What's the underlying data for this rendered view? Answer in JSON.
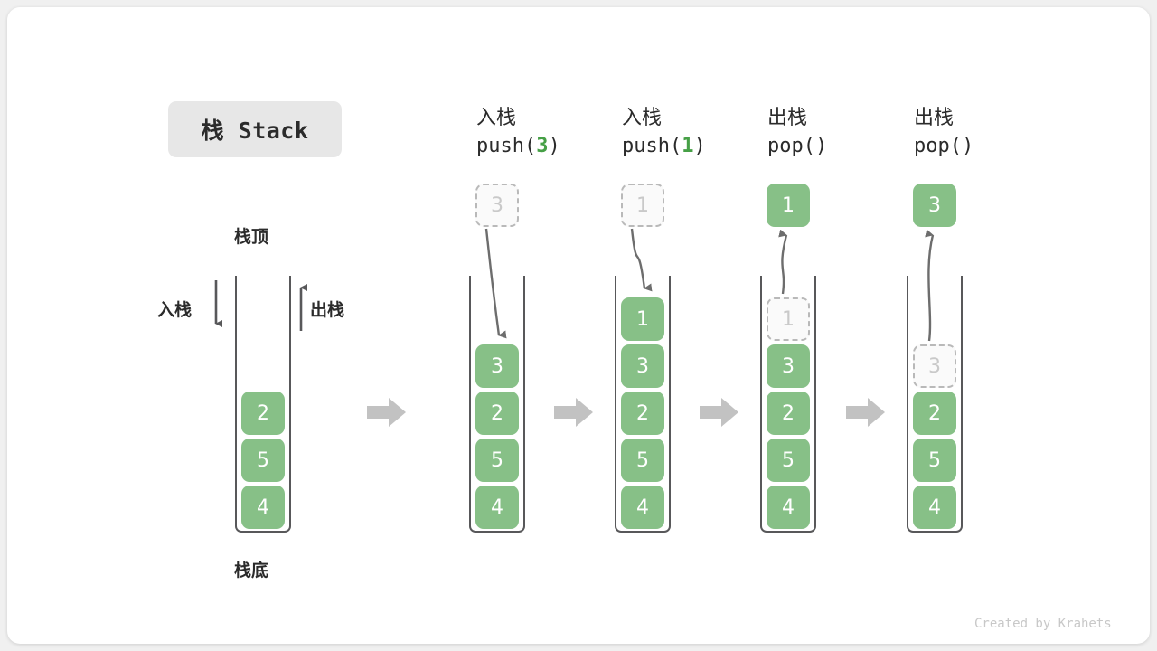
{
  "title_badge": {
    "text": "栈 Stack"
  },
  "left_panel": {
    "top_label": "栈顶",
    "bottom_label": "栈底",
    "push_label": "入栈",
    "pop_label": "出栈",
    "stack_values": [
      "2",
      "5",
      "4"
    ]
  },
  "steps": [
    {
      "id": "push-3",
      "op_cn": "入栈",
      "op_prefix": "push(",
      "op_arg": "3",
      "op_suffix": ")",
      "floating_cell": {
        "value": "3",
        "style": "ghost"
      },
      "arrow_direction": "in",
      "stack_values": [
        "3",
        "2",
        "5",
        "4"
      ],
      "ghost_index": -1
    },
    {
      "id": "push-1",
      "op_cn": "入栈",
      "op_prefix": "push(",
      "op_arg": "1",
      "op_suffix": ")",
      "floating_cell": {
        "value": "1",
        "style": "ghost"
      },
      "arrow_direction": "in",
      "stack_values": [
        "1",
        "3",
        "2",
        "5",
        "4"
      ],
      "ghost_index": -1
    },
    {
      "id": "pop-1",
      "op_cn": "出栈",
      "op_prefix": "pop(",
      "op_arg": "",
      "op_suffix": ")",
      "floating_cell": {
        "value": "1",
        "style": "filled"
      },
      "arrow_direction": "out",
      "stack_values": [
        "1",
        "3",
        "2",
        "5",
        "4"
      ],
      "ghost_index": 0
    },
    {
      "id": "pop-2",
      "op_cn": "出栈",
      "op_prefix": "pop(",
      "op_arg": "",
      "op_suffix": ")",
      "floating_cell": {
        "value": "3",
        "style": "filled"
      },
      "arrow_direction": "out",
      "stack_values": [
        "3",
        "2",
        "5",
        "4"
      ],
      "ghost_index": 0
    }
  ],
  "colors": {
    "cell_green": "#87c087",
    "arg_green": "#46a046",
    "tube_stroke": "#58585a",
    "ghost_border": "#b9b9b9",
    "ghost_text": "#c9c9c9",
    "step_arrow": "#c2c2c2",
    "badge_bg": "#e7e7e7",
    "text": "#2b2b2b"
  },
  "watermark": "Created by Krahets"
}
